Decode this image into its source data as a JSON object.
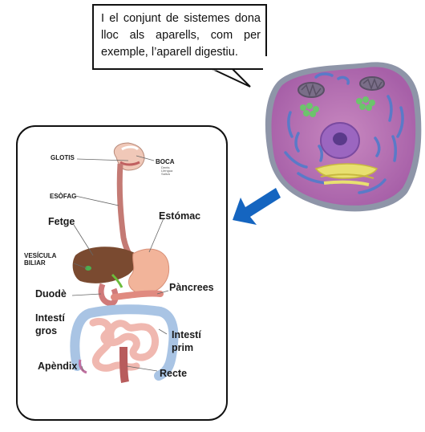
{
  "speech_bubble": {
    "text": "I el conjunt de sistemes dona lloc als aparells, com  per exemple, l’aparell digestiu."
  },
  "diagram": {
    "labels": {
      "glotis": "GLOTIS",
      "boca": "BOCA",
      "boca_sub": [
        "Dents",
        "Llengua",
        "Saliva"
      ],
      "esofag": "ESÒFAG",
      "fetge": "Fetge",
      "estomac": "Estómac",
      "vesicula_line1": "VESÍCULA",
      "vesicula_line2": "BILIAR",
      "pancrees": "Pàncrees",
      "duode": "Duodè",
      "intesti_gros_line1": "Intestí",
      "intesti_gros_line2": "gros",
      "intesti_prim_line1": "Intestí",
      "intesti_prim_line2": "prim",
      "apendix": "Apèndix",
      "recte": "Recte"
    }
  },
  "colors": {
    "cell_membrane": "#b070b0",
    "cell_background": "#9aa0b0",
    "nucleus": "#9b66c0",
    "arrow": "#1565c0",
    "liver": "#7a4a30",
    "gallbladder": "#4caf50",
    "stomach": "#f2b49a",
    "large_intestine": "#a9c4e4"
  },
  "icons": [
    "animal-cell-model-illustration",
    "blue-arrow-icon",
    "digestive-system-illustration"
  ]
}
